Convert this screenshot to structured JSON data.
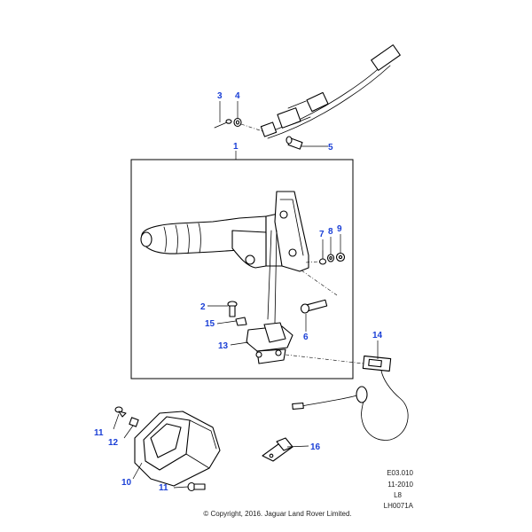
{
  "callouts": {
    "c1": "1",
    "c2": "2",
    "c3": "3",
    "c4": "4",
    "c5": "5",
    "c6": "6",
    "c7": "7",
    "c8": "8",
    "c9": "9",
    "c10": "10",
    "c11a": "11",
    "c11b": "11",
    "c12": "12",
    "c13": "13",
    "c14": "14",
    "c15": "15",
    "c16": "16"
  },
  "meta": {
    "section": "E03.010",
    "date": "11-2010",
    "variant": "L8",
    "ref": "LH0071A"
  },
  "copyright": "© Copyright, 2016. Jaguar Land Rover Limited.",
  "colors": {
    "callout": "#1a3fd6",
    "line": "#000000"
  }
}
